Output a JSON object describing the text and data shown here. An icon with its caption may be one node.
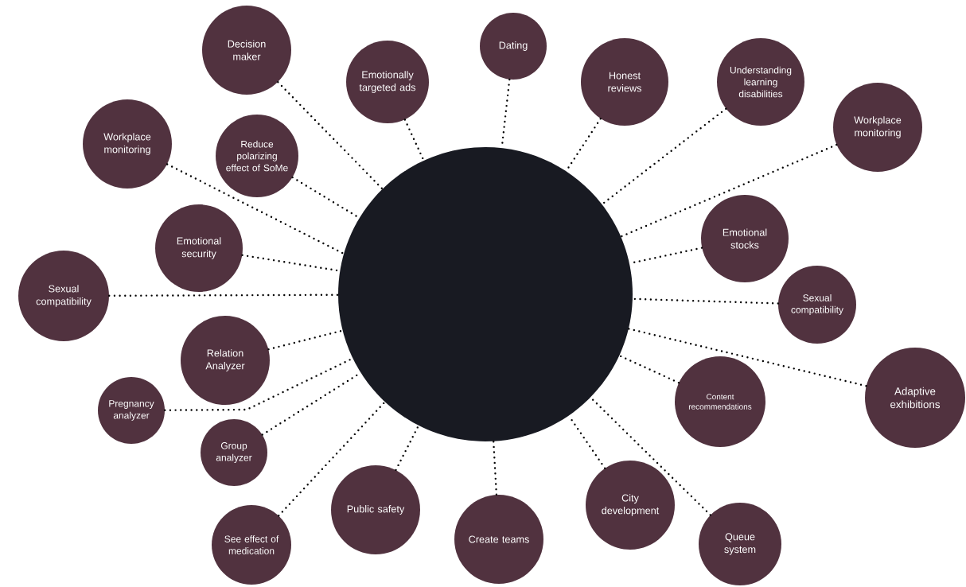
{
  "diagram": {
    "nodes": [
      {
        "text": [],
        "shape": "circle"
      },
      {
        "text": [
          "Decision maker"
        ]
      },
      {
        "text": [
          "Emotionally targeted ads"
        ]
      },
      {
        "text": [
          "Dating"
        ]
      },
      {
        "text": [
          "Honest reviews"
        ]
      },
      {
        "text": [
          "Understanding learning disabilities"
        ]
      },
      {
        "text": [
          "Workplace monitoring"
        ]
      },
      {
        "text": [
          "Reduce polarizing effect of SoMe"
        ]
      },
      {
        "text": [
          "Workplace monitoring"
        ]
      },
      {
        "text": [
          "Emotional stocks"
        ]
      },
      {
        "text": [
          "Emotional security"
        ]
      },
      {
        "text": [
          "Sexual compatibility"
        ]
      },
      {
        "text": [
          "Sexual compatibility"
        ]
      },
      {
        "text": [
          "Relation Analyzer"
        ]
      },
      {
        "text": [
          "Pregnancy analyzer"
        ]
      },
      {
        "text": [
          "Content recommendations"
        ]
      },
      {
        "text": [
          "Adaptive exhibitions"
        ]
      },
      {
        "text": [
          "Group analyzer"
        ]
      },
      {
        "text": [
          "Public safety"
        ]
      },
      {
        "text": [
          "City development"
        ]
      },
      {
        "text": [
          "See effect of medication"
        ]
      },
      {
        "text": [
          "Create teams"
        ]
      },
      {
        "text": [
          "Queue system"
        ]
      }
    ],
    "edges": [
      {
        "from": 1,
        "to": 0,
        "arrow": "none"
      },
      {
        "from": 2,
        "to": 0,
        "arrow": "none"
      },
      {
        "from": 3,
        "to": 0,
        "arrow": "none"
      },
      {
        "from": 4,
        "to": 0,
        "arrow": "none"
      },
      {
        "from": 5,
        "to": 0,
        "arrow": "none"
      },
      {
        "from": 6,
        "to": 0,
        "arrow": "none"
      },
      {
        "from": 7,
        "to": 0,
        "arrow": "none"
      },
      {
        "from": 8,
        "to": 0,
        "arrow": "none"
      },
      {
        "from": 9,
        "to": 0,
        "arrow": "none"
      },
      {
        "from": 10,
        "to": 0,
        "arrow": "none"
      },
      {
        "from": 11,
        "to": 0,
        "arrow": "none"
      },
      {
        "from": 12,
        "to": 0,
        "arrow": "none"
      },
      {
        "from": 13,
        "to": 0,
        "arrow": "none"
      },
      {
        "from": 14,
        "to": 0,
        "arrow": "none"
      },
      {
        "from": 15,
        "to": 0,
        "arrow": "none"
      },
      {
        "from": 16,
        "to": 0,
        "arrow": "none"
      },
      {
        "from": 17,
        "to": 0,
        "arrow": "none"
      },
      {
        "from": 18,
        "to": 0,
        "arrow": "none"
      },
      {
        "from": 19,
        "to": 0,
        "arrow": "none"
      },
      {
        "from": 20,
        "to": 0,
        "arrow": "none"
      },
      {
        "from": 21,
        "to": 0,
        "arrow": "none"
      },
      {
        "from": 22,
        "to": 0,
        "arrow": "none"
      }
    ]
  }
}
